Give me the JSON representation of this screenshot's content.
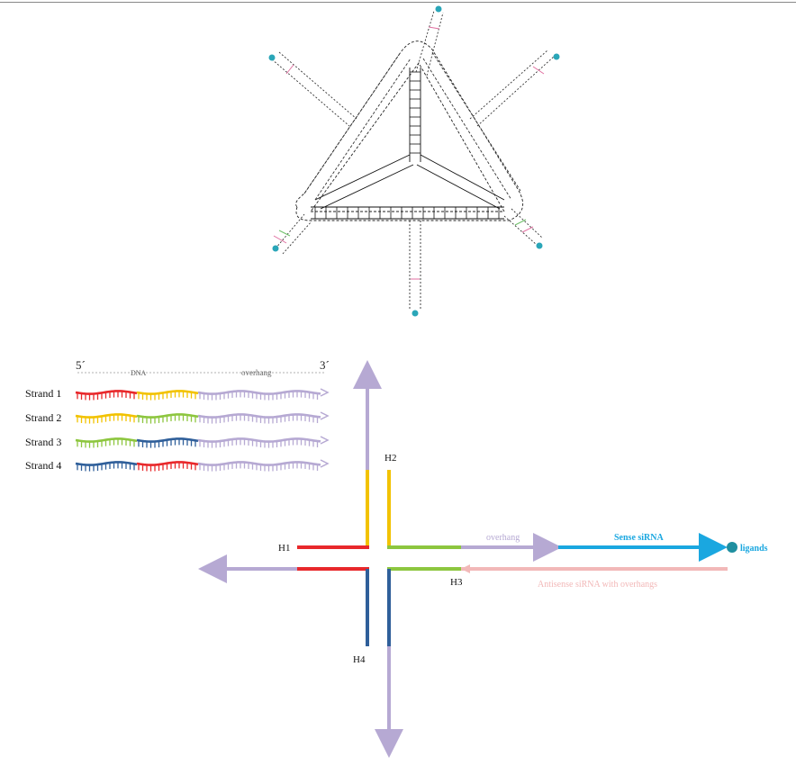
{
  "legend": {
    "five_prime": "5´",
    "three_prime": "3´",
    "dna_label": "DNA",
    "overhang_label": "overhang",
    "strands": [
      {
        "label": "Strand 1",
        "segments": [
          "#e8282b",
          "#f2c200"
        ]
      },
      {
        "label": "Strand 2",
        "segments": [
          "#f2c200",
          "#8dc63f"
        ]
      },
      {
        "label": "Strand 3",
        "segments": [
          "#8dc63f",
          "#2f5f9a"
        ]
      },
      {
        "label": "Strand 4",
        "segments": [
          "#2f5f9a",
          "#e8282b"
        ]
      }
    ],
    "overhang_color": "#b6a9d3"
  },
  "junction": {
    "h1": "H1",
    "h2": "H2",
    "h3": "H3",
    "h4": "H4",
    "overhang": "overhang",
    "sense": "Sense siRNA",
    "antisense": "Antisense siRNA with overhangs",
    "ligands": "ligands"
  },
  "colors": {
    "red": "#e8282b",
    "yellow": "#f2c200",
    "green": "#8dc63f",
    "blue": "#2f5f9a",
    "lavender": "#b6a9d3",
    "sense": "#1aa7e0",
    "antisense": "#f2b8b8",
    "ligand": "#1f8fa0",
    "outline": "#222222"
  }
}
